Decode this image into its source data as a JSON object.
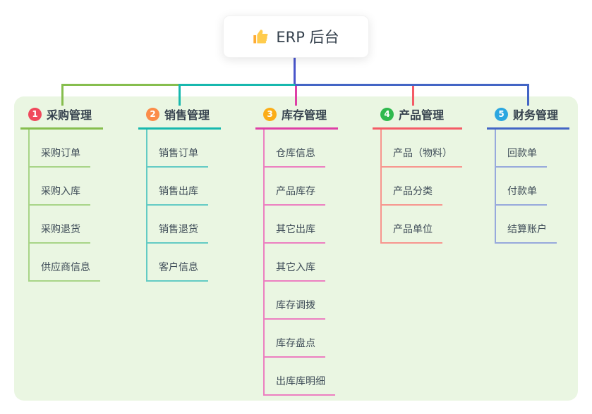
{
  "root": {
    "title": "ERP 后台",
    "icon": "thumbs-up-icon"
  },
  "branches": [
    {
      "index": "1",
      "label": "采购管理",
      "badge_color": "#F0485C",
      "line_color": "#86BE4E",
      "light_color": "#A8D487",
      "children": [
        "采购订单",
        "采购入库",
        "采购退货",
        "供应商信息"
      ]
    },
    {
      "index": "2",
      "label": "销售管理",
      "badge_color": "#FB8C49",
      "line_color": "#17B8AE",
      "light_color": "#63CBC4",
      "children": [
        "销售订单",
        "销售出库",
        "销售退货",
        "客户信息"
      ]
    },
    {
      "index": "3",
      "label": "库存管理",
      "badge_color": "#FBAD18",
      "line_color": "#DE3FA6",
      "light_color": "#EC7FC0",
      "children": [
        "仓库信息",
        "产品库存",
        "其它出库",
        "其它入库",
        "库存调拨",
        "库存盘点",
        "出库库明细"
      ]
    },
    {
      "index": "4",
      "label": "产品管理",
      "badge_color": "#2FB94E",
      "line_color": "#F45B66",
      "light_color": "#F7958E",
      "children": [
        "产品（物料）",
        "产品分类",
        "产品单位"
      ]
    },
    {
      "index": "5",
      "label": "财务管理",
      "badge_color": "#2BA7E0",
      "line_color": "#4365C5",
      "light_color": "#97A9DC",
      "children": [
        "回款单",
        "付款单",
        "结算账户"
      ]
    }
  ],
  "colors": {
    "canvas": "#FFFFFF",
    "panel": "#EAF6E2",
    "root_line": "#4A56CB",
    "text": "#3D4B57",
    "header_text": "#36424E"
  }
}
